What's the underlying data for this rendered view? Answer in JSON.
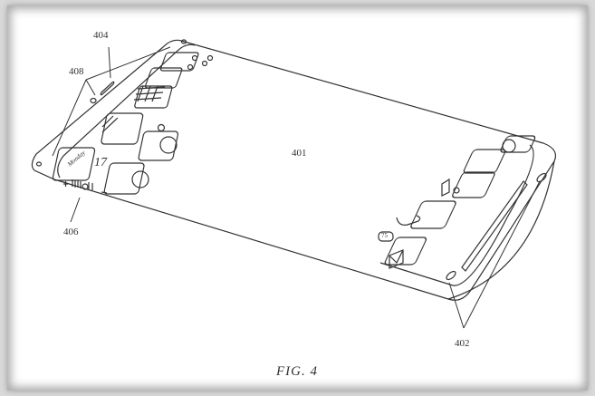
{
  "figure": {
    "caption": "FIG. 4",
    "labels": {
      "display": "401",
      "end_sensor": "404",
      "end_buttons": "408",
      "volume_control": "406",
      "right_end_features": "402"
    },
    "icons": {
      "calendar_day": "Monday",
      "calendar_date": "17",
      "mail_badge": "75"
    }
  }
}
